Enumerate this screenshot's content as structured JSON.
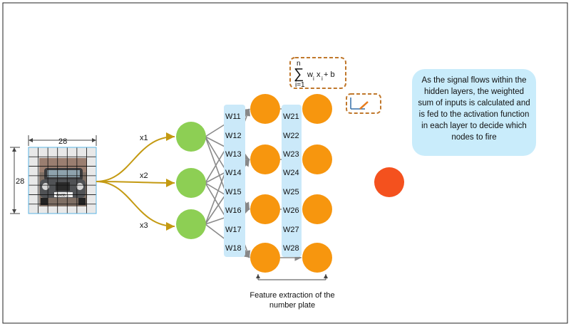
{
  "input_image": {
    "width_label": "28",
    "height_label": "28",
    "plate_text": "GX08 ..."
  },
  "inputs": [
    "x1",
    "x2",
    "x3"
  ],
  "weights_layer1": [
    "W11",
    "W12",
    "W13",
    "W14",
    "W15",
    "W16",
    "W17",
    "W18"
  ],
  "weights_layer2": [
    "W21",
    "W22",
    "W23",
    "W24",
    "W25",
    "W26",
    "W27",
    "W28"
  ],
  "formula": {
    "upper": "n",
    "sigma": "∑",
    "lower": "i=1",
    "w": "w",
    "w_sub": "i",
    "x": "x",
    "x_sub": "i",
    "plus_b": "+ b"
  },
  "callout_text": "As the signal flows within the hidden layers, the weighted sum of inputs is calculated and is fed to the activation function in each layer to decide which nodes to fire",
  "caption_text": "Feature extraction of the number plate",
  "colors": {
    "input_node": "#8dcf54",
    "hidden_node": "#f7960e",
    "output_node": "#f4511e",
    "weight_band": "#cbe9f9",
    "arrow_gold": "#c49a12",
    "dashed_box": "#c0782c",
    "callout_bg": "#c9ecfb"
  }
}
